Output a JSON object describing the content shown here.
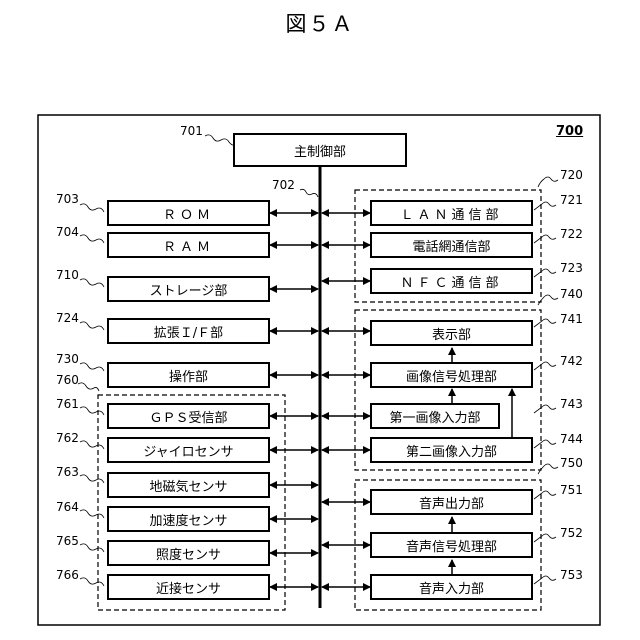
{
  "figure_title": "図５Ａ",
  "system_label": "700",
  "main_control": {
    "ref": "701",
    "label": "主制御部"
  },
  "bus_ref": "702",
  "left_blocks": [
    {
      "ref": "703",
      "label": "ＲＯＭ"
    },
    {
      "ref": "704",
      "label": "ＲＡＭ"
    },
    {
      "ref": "710",
      "label": "ストレージ部"
    },
    {
      "ref": "724",
      "label": "拡張Ｉ/Ｆ部"
    },
    {
      "ref": "730",
      "label": "操作部"
    }
  ],
  "sensor_group": {
    "ref": "760",
    "items": [
      {
        "ref": "761",
        "label": "ＧＰＳ受信部"
      },
      {
        "ref": "762",
        "label": "ジャイロセンサ"
      },
      {
        "ref": "763",
        "label": "地磁気センサ"
      },
      {
        "ref": "764",
        "label": "加速度センサ"
      },
      {
        "ref": "765",
        "label": "照度センサ"
      },
      {
        "ref": "766",
        "label": "近接センサ"
      }
    ]
  },
  "comm_group": {
    "ref": "720",
    "items": [
      {
        "ref": "721",
        "label": "ＬＡＮ通信部"
      },
      {
        "ref": "722",
        "label": "電話網通信部"
      },
      {
        "ref": "723",
        "label": "ＮＦＣ通信部"
      }
    ]
  },
  "video_group": {
    "ref": "740",
    "items": [
      {
        "ref": "741",
        "label": "表示部"
      },
      {
        "ref": "742",
        "label": "画像信号処理部"
      },
      {
        "ref": "743",
        "label": "第一画像入力部"
      },
      {
        "ref": "744",
        "label": "第二画像入力部"
      }
    ]
  },
  "audio_group": {
    "ref": "750",
    "items": [
      {
        "ref": "751",
        "label": "音声出力部"
      },
      {
        "ref": "752",
        "label": "音声信号処理部"
      },
      {
        "ref": "753",
        "label": "音声入力部"
      }
    ]
  }
}
